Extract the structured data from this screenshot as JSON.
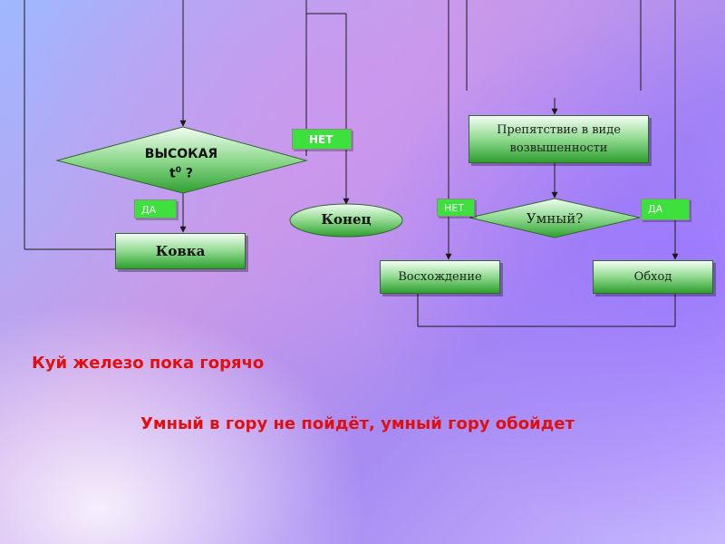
{
  "flowchart_left": {
    "decision": {
      "line1": "ВЫСОКАЯ",
      "line2": "t",
      "superscript": "0",
      "line2_suffix": " ?"
    },
    "yes_label": "ДА",
    "no_label": "НЕТ",
    "process": "Ковка",
    "end": "Конец"
  },
  "flowchart_right": {
    "process": "Препятствие в виде возвышенности",
    "decision": "Умный?",
    "no_label": "НЕТ",
    "yes_label": "ДА",
    "no_action": "Восхождение",
    "yes_action": "Обход"
  },
  "proverbs": {
    "first": "Куй железо пока горячо",
    "second": "Умный в гору не пойдёт, умный гору обойдет"
  },
  "colors": {
    "label_green": "#3ee03e",
    "proverb_red": "#e01010",
    "line": "#1a1a1a"
  }
}
